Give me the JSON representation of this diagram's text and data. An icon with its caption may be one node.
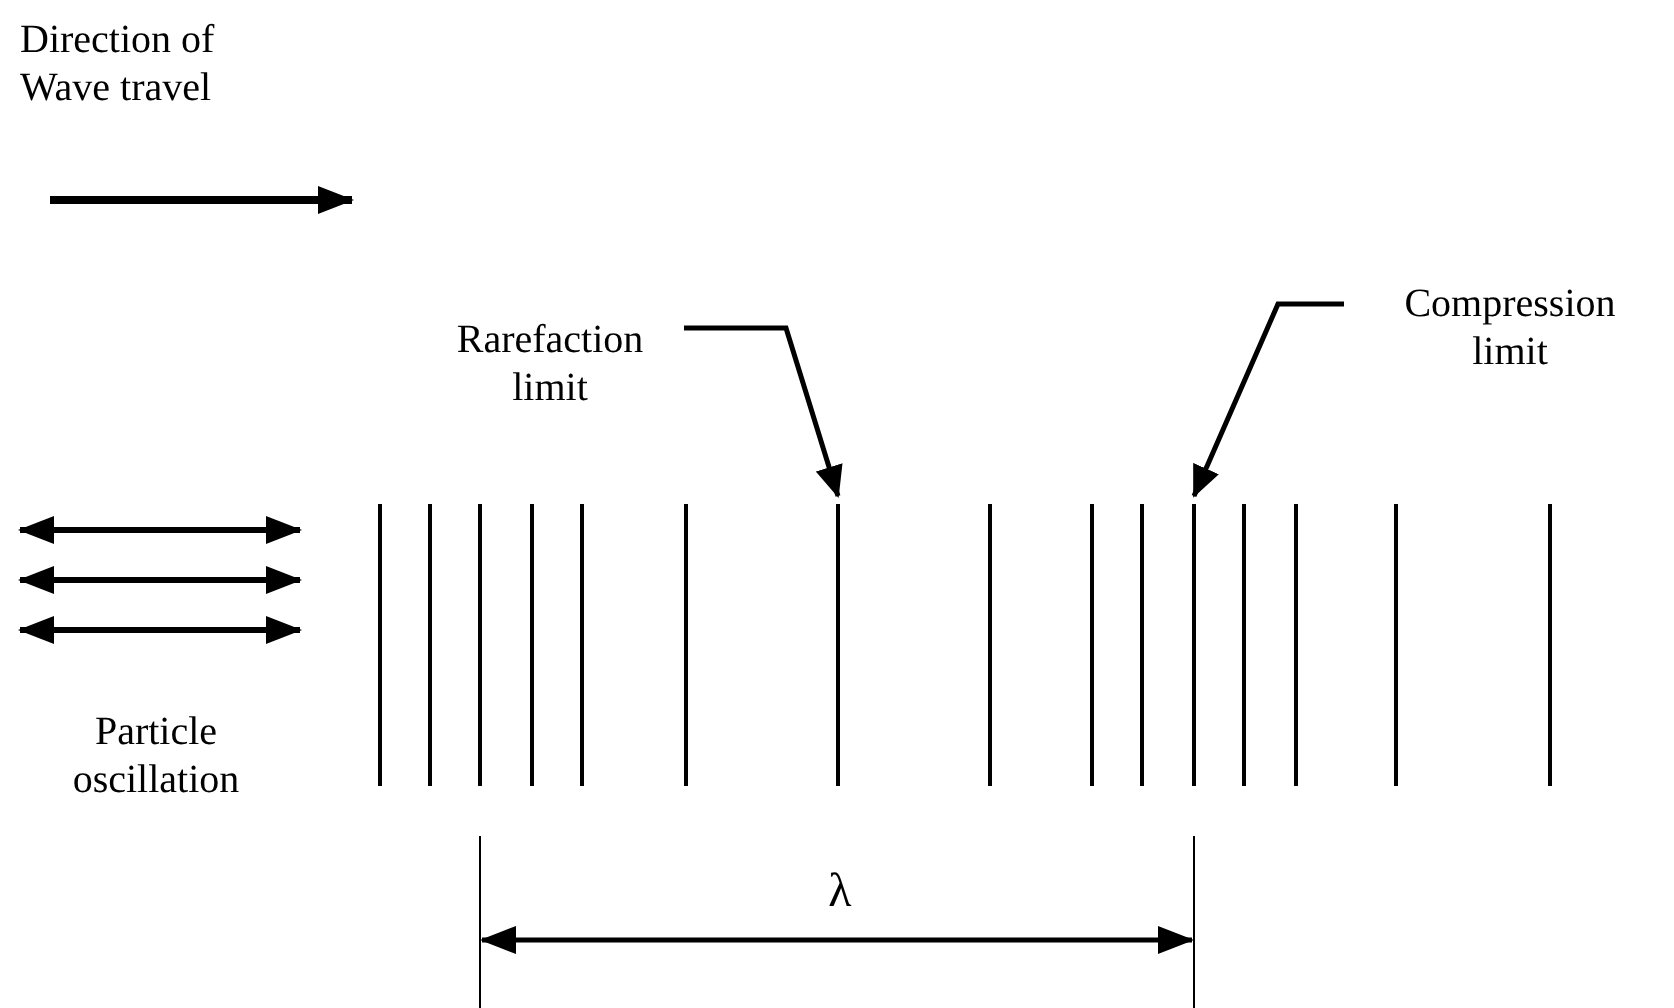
{
  "diagram": {
    "nodes": [
      {
        "text": [
          "Rarefaction limit"
        ]
      },
      {
        "text": [],
        "shape": "bar"
      },
      {
        "text": [
          "Compression limit"
        ]
      },
      {
        "text": [],
        "shape": "bar"
      }
    ],
    "edges": [
      {
        "from": 0,
        "to": 1,
        "arrow": "to"
      },
      {
        "from": 2,
        "to": 3,
        "arrow": "to"
      }
    ],
    "labels": [
      "Direction of Wave travel",
      "Particle oscillation",
      "λ"
    ]
  }
}
